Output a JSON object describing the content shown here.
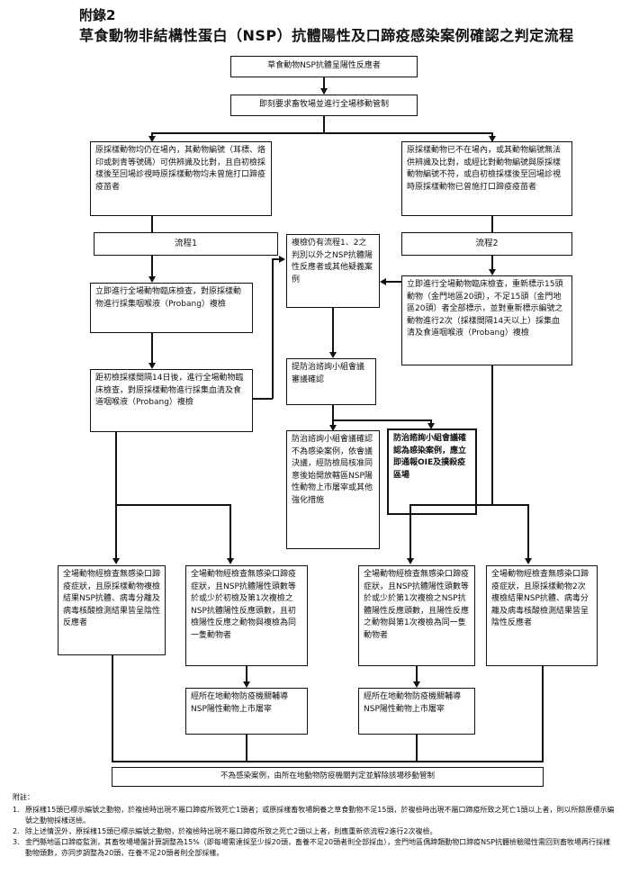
{
  "header": {
    "appendix": "附錄2",
    "title": "草食動物非結構性蛋白（NSP）抗體陽性及口蹄疫感染案例確認之判定流程"
  },
  "flow": {
    "start": "草食動物NSP抗體呈陽性反應者",
    "control": "即刻要求畜牧場並進行全場移動管制",
    "left_condition": "原採樣動物均仍在場內，其動物編號（耳標、烙印或刺青等號碼）可供辨識及比對，且自初檢採樣後至回場診視時原採樣動物均未曾施打口蹄疫疫苗者",
    "right_condition": "原採樣動物已不在場內，或其動物編號無法供辨識及比對，或經比對動物編號與原採樣動物編號不符，或自初檢採樣後至回場診視時原採樣動物已曾施打口蹄疫疫苗者",
    "flow1_label": "流程1",
    "flow2_label": "流程2",
    "flow1_step1": "立即進行全場動物臨床檢查，對原採樣動物進行採集咽喉液（Probang）複檢",
    "flow1_step2": "距初檢採樣間隔14日後，進行全場動物臨床檢查，對原採樣動物進行採集血清及食道咽喉液（Probang）複檢",
    "flow2_step1": "立即進行全場動物臨床檢查，重新標示15頭動物（金門地區20頭），不足15頭（金門地區20頭）者全部標示，並對重新標示編號之動物進行2次（採樣間隔14天以上）採集血清及食道咽喉液（Probang）複檢",
    "middle_condition": "複檢仍有流程1、2之判別以外之NSP抗體陽性反應者或其他疑義案例",
    "middle_review": "提防治諮詢小組會議審議確認",
    "middle_not_infected": "防治諮詢小組會議確認不為感染案例，依會議決議，經防檢局核准同意後始開放轄區NSP陽性動物上市屠宰或其他強化措施",
    "middle_infected": "防治諮詢小組會議確認為感染案例，應立即通報OIE及撲殺疫區場",
    "out1": "全場動物經檢查無感染口蹄疫症狀，且原採樣動物複檢結果NSP抗體、病毒分離及病毒核酸檢測結果皆呈陰性反應者",
    "out2": "全場動物經檢查無感染口蹄疫症狀，且NSP抗體陽性頭數等於或少於初檢及第1次複檢之NSP抗體陽性反應頭數，且初檢陽性反應之動物與複檢為同一隻動物者",
    "out3": "全場動物經檢查無感染口蹄疫症狀，且NSP抗體陽性頭數等於或少於第1次複檢之NSP抗體陽性反應頭數，且陽性反應之動物與第1次複檢為同一隻動物者",
    "out4": "全場動物經檢查無感染口蹄疫症狀，且原採樣動物2次複檢結果NSP抗體、病毒分離及病毒核酸檢測結果皆呈陰性反應者",
    "sub2": "經所在地動物防疫機關輔導NSP陽性動物上市屠宰",
    "sub3": "經所在地動物防疫機關輔導NSP陽性動物上市屠宰",
    "final": "不為感染案例，由所在地動物防疫機關判定並解除該場移動管制"
  },
  "notes": {
    "header": "附註：",
    "items": [
      {
        "num": "1.",
        "text": "原採樣15頭已標示編號之動物，於複檢時出現不屬口蹄疫所致死亡1頭者；或原採樣畜牧場飼養之草食動物不足15頭，於複檢時出現不屬口蹄疫所致之死亡1頭以上者，則以所餘原標示編號之動物採樣送檢。"
      },
      {
        "num": "2.",
        "text": "除上述情況外，原採樣15頭已標示編號之動物，於複檢時出現不屬口蹄疫所致之死亡2頭以上者，則應重新依流程2進行2次複檢。"
      },
      {
        "num": "3.",
        "text": "金門縣地區口蹄疫監測，其畜牧場場盤計算調整為15%（即每場需達採至少採20頭，畜養不足20頭者則全部採血），金門地區偶蹄類動物口蹄疫NSP抗體檢驗陽性需回到畜牧場再行採樣動物頭數，亦同步調整為20頭，在養不足20頭者則全部採樣。"
      }
    ]
  }
}
